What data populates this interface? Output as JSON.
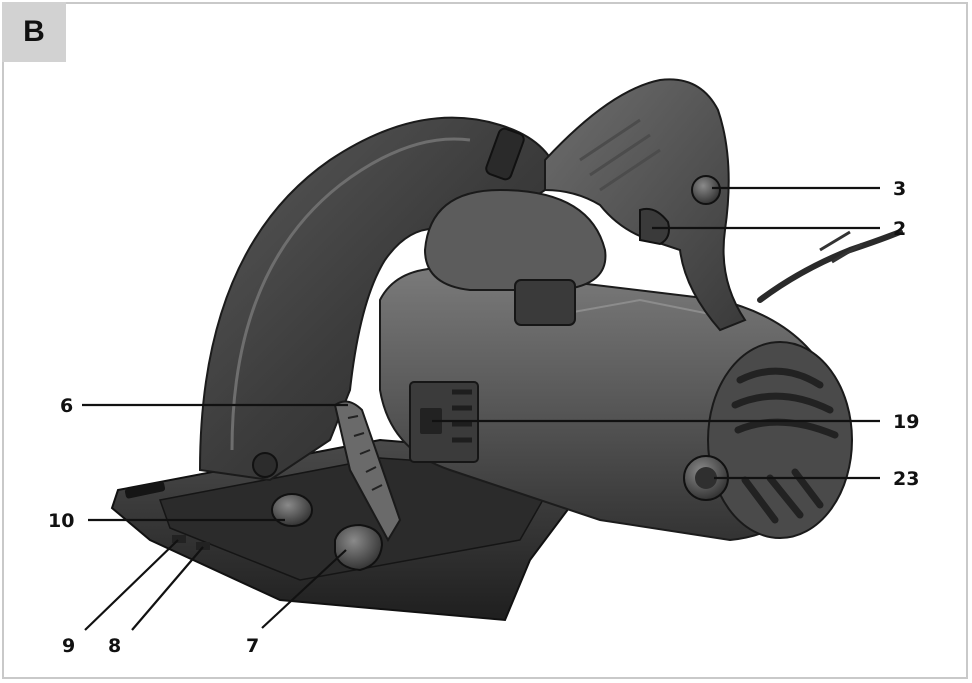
{
  "figure": {
    "panel_label": "B",
    "callouts": {
      "c3": "3",
      "c2": "2",
      "c6": "6",
      "c19": "19",
      "c10": "10",
      "c23": "23",
      "c9": "9",
      "c8": "8",
      "c7": "7"
    }
  },
  "colors": {
    "frame": "#c9c9c9",
    "tab": "#d2d2d2",
    "leader": "#111111",
    "body_dark": "#3b3b3b",
    "body_mid": "#5a5a5a",
    "body_light": "#7a7a7a"
  }
}
